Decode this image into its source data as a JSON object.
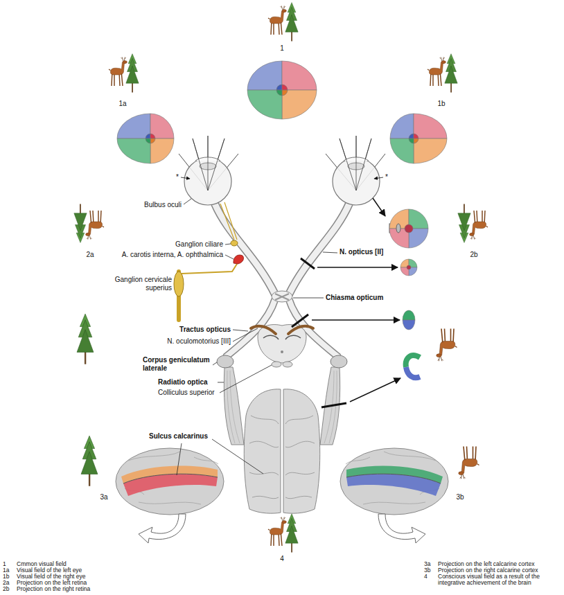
{
  "diagram": {
    "labels": [
      "1",
      "1a",
      "1b",
      "*",
      "*",
      "Bulbus oculi",
      "2a",
      "2b",
      "Ganglion ciliare",
      "A. carotis interna, A. ophthalmica",
      "N. opticus [II]",
      "Ganglion cervicale superius",
      "Chiasma opticum",
      "Tractus opticus",
      "N. oculomotorius [III]",
      "Corpus geniculatum laterale",
      "Radiatio optica",
      "Colliculus superior",
      "Sulcus calcarinus",
      "3a",
      "3b",
      "4",
      "1",
      "Cmmon visual field",
      "1a",
      "Visual field of the left eye",
      "1b",
      "Visual field of the right eye",
      "2a",
      "Projection on the left retina",
      "2b",
      "Projection on the right retina",
      "3a",
      "Projection on the left calcarine cortex",
      "3b",
      "Projection on the right calcarine cortex",
      "4",
      "Conscious visual field as a result of the integrative achievement of the brain"
    ]
  }
}
